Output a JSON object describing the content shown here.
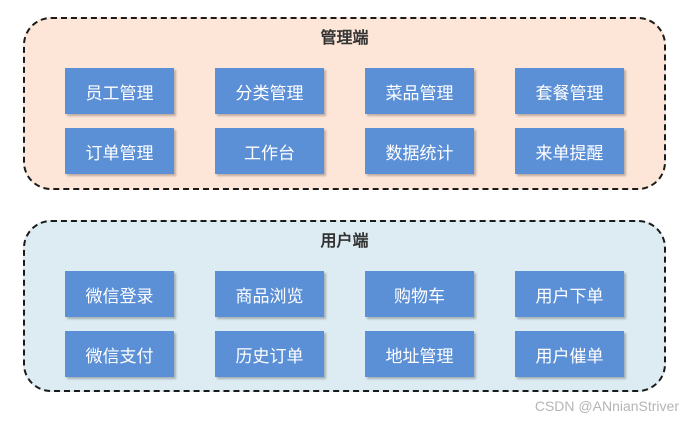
{
  "colors": {
    "admin_bg": "#fde6d8",
    "user_bg": "#dcecf2",
    "box_bg": "#5b8fd6",
    "box_text": "#ffffff"
  },
  "admin": {
    "title": "管理端",
    "items": [
      "员工管理",
      "分类管理",
      "菜品管理",
      "套餐管理",
      "订单管理",
      "工作台",
      "数据统计",
      "来单提醒"
    ]
  },
  "user": {
    "title": "用户端",
    "items": [
      "微信登录",
      "商品浏览",
      "购物车",
      "用户下单",
      "微信支付",
      "历史订单",
      "地址管理",
      "用户催单"
    ]
  },
  "watermark": "CSDN @ANnianStriver"
}
